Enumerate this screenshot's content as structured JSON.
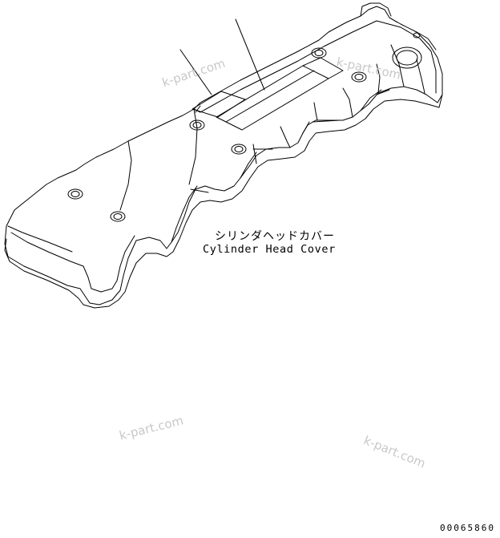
{
  "part": {
    "name_jp": "シリンダヘッドカバー",
    "name_en": "Cylinder Head Cover"
  },
  "watermarks": [
    "k-part.com",
    "k-part.com",
    "k-part.com",
    "k-part.com"
  ],
  "drawing_code": "00065860"
}
